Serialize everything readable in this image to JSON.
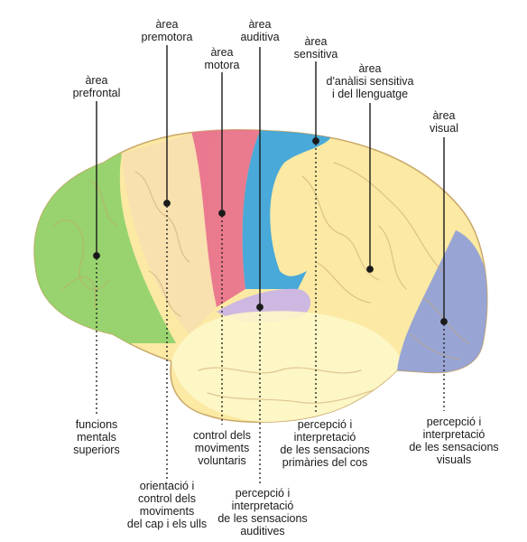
{
  "regions": [
    {
      "name": "prefrontal",
      "color": "#8fd06a"
    },
    {
      "name": "premotor",
      "color": "#f7deb0"
    },
    {
      "name": "motor",
      "color": "#e8708c"
    },
    {
      "name": "auditory",
      "color": "#3aa3dc"
    },
    {
      "name": "auditory-perception",
      "color": "#c9b3e6"
    },
    {
      "name": "sensory-analysis-language",
      "color": "#fbe9a4"
    },
    {
      "name": "visual",
      "color": "#8f9ed8"
    },
    {
      "name": "temporal",
      "color": "#fdf6c8"
    }
  ],
  "top_labels": {
    "prefrontal": [
      "àrea",
      "prefrontal"
    ],
    "premotora": [
      "àrea",
      "premotora"
    ],
    "motora": [
      "àrea",
      "motora"
    ],
    "auditiva": [
      "àrea",
      "auditiva"
    ],
    "sensitiva": [
      "àrea",
      "sensitiva"
    ],
    "analisi": [
      "àrea",
      "d'anàlisi sensitiva",
      "i del llenguatge"
    ],
    "visual": [
      "àrea",
      "visual"
    ]
  },
  "bottom_labels": {
    "funcions": [
      "funcions",
      "mentals",
      "superiors"
    ],
    "orientacio": [
      "orientació i",
      "control dels",
      "moviments",
      "del cap i els ulls"
    ],
    "control": [
      "control dels",
      "moviments",
      "voluntaris"
    ],
    "auditives": [
      "percepció i",
      "interpretació",
      "de les sensacions",
      "auditives"
    ],
    "primaries": [
      "percepció i",
      "interpretació",
      "de les sensacions",
      "primàries del cos"
    ],
    "visuals": [
      "percepció i",
      "interpretació",
      "de les sensacions",
      "visuals"
    ]
  }
}
